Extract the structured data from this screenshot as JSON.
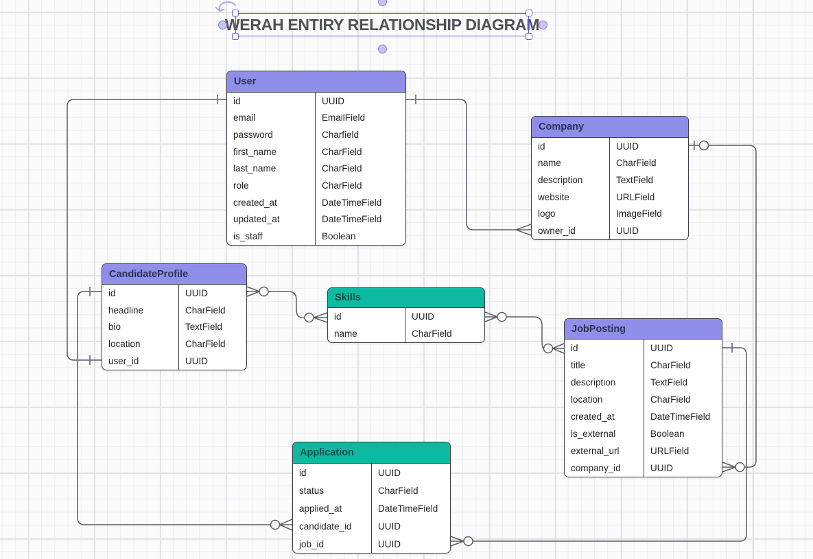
{
  "title": {
    "text": "WERAH ENTIRY RELATIONSHIP DIAGRAM",
    "selected": true
  },
  "colors": {
    "purple_header": "#8f8fea",
    "teal_header": "#0db9a0",
    "table_border": "#3e4147",
    "row_text": "#1f2125",
    "connector": "#5a5e66",
    "selection_stroke": "#5c5ccd",
    "handle_fill": "#c5c4f1",
    "handle_stroke": "#8381d8",
    "title_color": "#4e5056",
    "canvas_bg": "#fbfbfc",
    "grid_minor": "#ededf0",
    "grid_major": "#e4e4e8"
  },
  "tables": [
    {
      "name": "User",
      "header_color": "purple",
      "rows": [
        {
          "field": "id",
          "type": "UUID"
        },
        {
          "field": "email",
          "type": "EmailField"
        },
        {
          "field": "password",
          "type": "Charfield"
        },
        {
          "field": "first_name",
          "type": "CharField"
        },
        {
          "field": "last_name",
          "type": "CharField"
        },
        {
          "field": "role",
          "type": "CharField"
        },
        {
          "field": "created_at",
          "type": "DateTimeField"
        },
        {
          "field": "updated_at",
          "type": "DateTimeField"
        },
        {
          "field": "is_staff",
          "type": "Boolean"
        }
      ]
    },
    {
      "name": "Company",
      "header_color": "purple",
      "rows": [
        {
          "field": "id",
          "type": "UUID"
        },
        {
          "field": "name",
          "type": "CharField"
        },
        {
          "field": "description",
          "type": "TextField"
        },
        {
          "field": "website",
          "type": "URLField"
        },
        {
          "field": "logo",
          "type": "ImageField"
        },
        {
          "field": "owner_id",
          "type": "UUID"
        }
      ]
    },
    {
      "name": "CandidateProfile",
      "header_color": "purple",
      "rows": [
        {
          "field": "id",
          "type": "UUID"
        },
        {
          "field": "headline",
          "type": "CharField"
        },
        {
          "field": "bio",
          "type": "TextField"
        },
        {
          "field": "location",
          "type": "CharField"
        },
        {
          "field": "user_id",
          "type": "UUID"
        }
      ]
    },
    {
      "name": "Skills",
      "header_color": "teal",
      "rows": [
        {
          "field": "id",
          "type": "UUID"
        },
        {
          "field": "name",
          "type": "CharField"
        }
      ]
    },
    {
      "name": "JobPosting",
      "header_color": "purple",
      "rows": [
        {
          "field": "id",
          "type": "UUID"
        },
        {
          "field": "title",
          "type": "CharField"
        },
        {
          "field": "description",
          "type": "TextField"
        },
        {
          "field": "location",
          "type": "CharField"
        },
        {
          "field": "created_at",
          "type": "DateTimeField"
        },
        {
          "field": "is_external",
          "type": "Boolean"
        },
        {
          "field": "external_url",
          "type": "URLField"
        },
        {
          "field": "company_id",
          "type": "UUID"
        }
      ]
    },
    {
      "name": "Application",
      "header_color": "teal",
      "rows": [
        {
          "field": "id",
          "type": "UUID"
        },
        {
          "field": "status",
          "type": "CharField"
        },
        {
          "field": "applied_at",
          "type": "DateTimeField"
        },
        {
          "field": "candidate_id",
          "type": "UUID"
        },
        {
          "field": "job_id",
          "type": "UUID"
        }
      ]
    }
  ],
  "relationships": [
    {
      "from": "User.id",
      "to": "CandidateProfile.user_id",
      "from_cardinality": "one",
      "to_cardinality": "one"
    },
    {
      "from": "User.id",
      "to": "Company.owner_id",
      "from_cardinality": "one",
      "to_cardinality": "many"
    },
    {
      "from": "CandidateProfile.id",
      "to": "Application.candidate_id",
      "from_cardinality": "one",
      "to_cardinality": "zero-or-many"
    },
    {
      "from": "CandidateProfile.id",
      "to": "Skills.id",
      "from_cardinality": "zero-or-many",
      "to_cardinality": "zero-or-many"
    },
    {
      "from": "Skills.id",
      "to": "JobPosting.id",
      "from_cardinality": "zero-or-many",
      "to_cardinality": "zero-or-many"
    },
    {
      "from": "Company.id",
      "to": "JobPosting.company_id",
      "from_cardinality": "zero-or-one",
      "to_cardinality": "zero-or-many"
    },
    {
      "from": "JobPosting.id",
      "to": "Application.job_id",
      "from_cardinality": "one",
      "to_cardinality": "zero-or-many"
    }
  ]
}
